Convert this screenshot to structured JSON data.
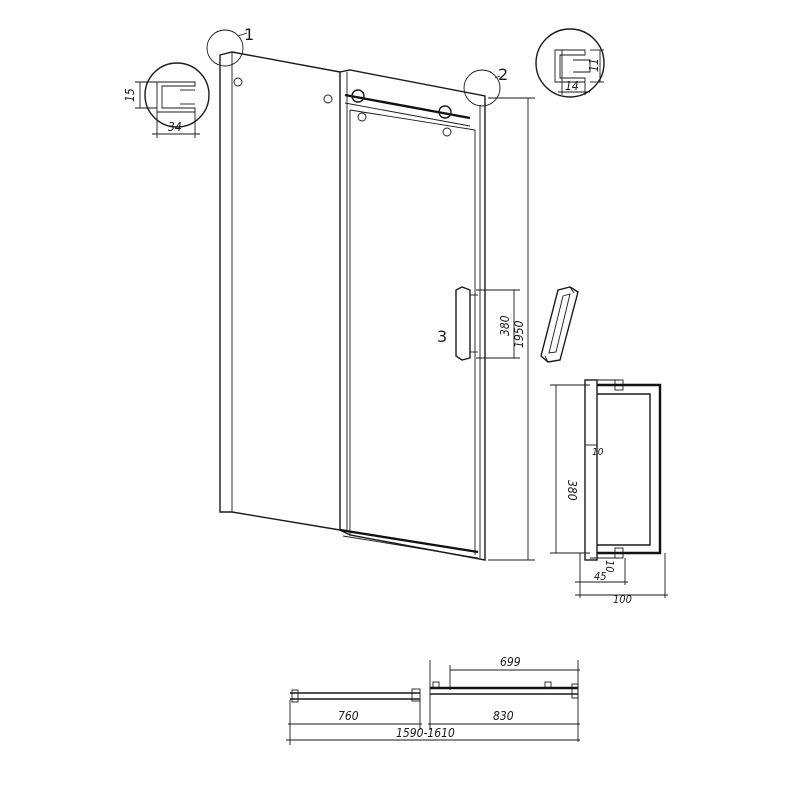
{
  "callouts": {
    "detail_1": "1",
    "detail_2": "2",
    "detail_3": "3"
  },
  "profile_1": {
    "height": "15",
    "width": "34"
  },
  "profile_2": {
    "height": "11",
    "width": "14"
  },
  "front_view": {
    "total_height": "1950",
    "handle_height": "380"
  },
  "handle_detail": {
    "length": "380",
    "diameter": "10",
    "offset": "45",
    "depth": "100"
  },
  "top_view": {
    "fixed_panel": "760",
    "door_panel": "830",
    "door_opening": "699",
    "total_width": "1590-1610"
  }
}
